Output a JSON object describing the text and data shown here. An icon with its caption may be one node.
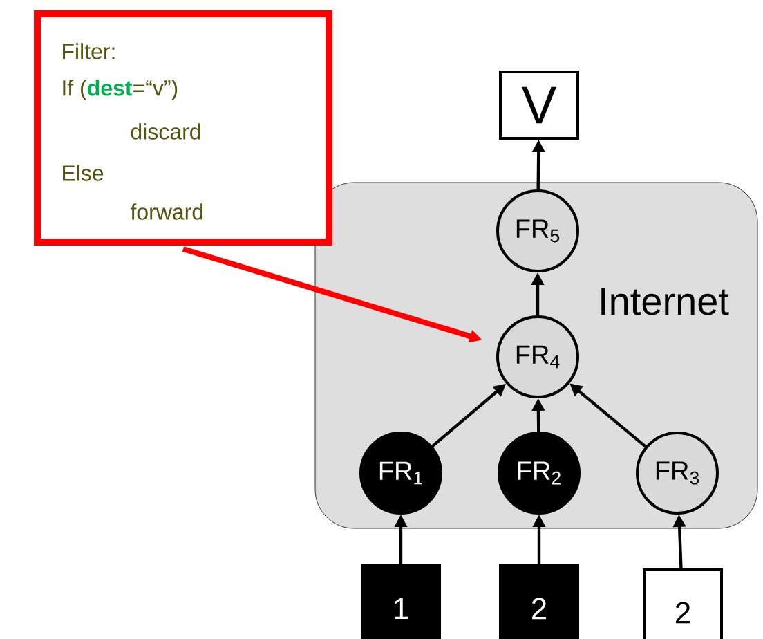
{
  "diagram": {
    "nodes": [
      {
        "text": [
          "Filter:",
          "If (**dest**=“v”)",
          "discard",
          "Else",
          "forward"
        ]
      },
      {
        "text": [
          "Internet"
        ]
      },
      {
        "text": [
          "V"
        ]
      },
      {
        "text": [
          "FR$_{5}$"
        ],
        "in": 1
      },
      {
        "text": [
          "FR$_{4}$"
        ],
        "in": 1
      },
      {
        "text": [
          "FR$_{1}$"
        ],
        "in": 1
      },
      {
        "text": [
          "FR$_{2}$"
        ],
        "in": 1
      },
      {
        "text": [
          "FR$_{3}$"
        ],
        "in": 1
      },
      {
        "text": [
          "1"
        ]
      },
      {
        "text": [
          "2"
        ]
      },
      {
        "text": [
          "2"
        ]
      }
    ],
    "edges": [
      {
        "from": 3,
        "to": 2,
        "arrow": "to"
      },
      {
        "from": 4,
        "to": 3,
        "arrow": "to"
      },
      {
        "from": 5,
        "to": 4,
        "arrow": "to"
      },
      {
        "from": 6,
        "to": 4,
        "arrow": "to"
      },
      {
        "from": 7,
        "to": 4,
        "arrow": "to"
      },
      {
        "from": 8,
        "to": 5,
        "arrow": "to"
      },
      {
        "from": 9,
        "to": 6,
        "arrow": "to"
      },
      {
        "from": 10,
        "to": 7,
        "arrow": "to"
      },
      {
        "from": 0,
        "to": 4,
        "arrow": "to",
        "style": "thick",
        "color": "#ff0000"
      }
    ]
  }
}
